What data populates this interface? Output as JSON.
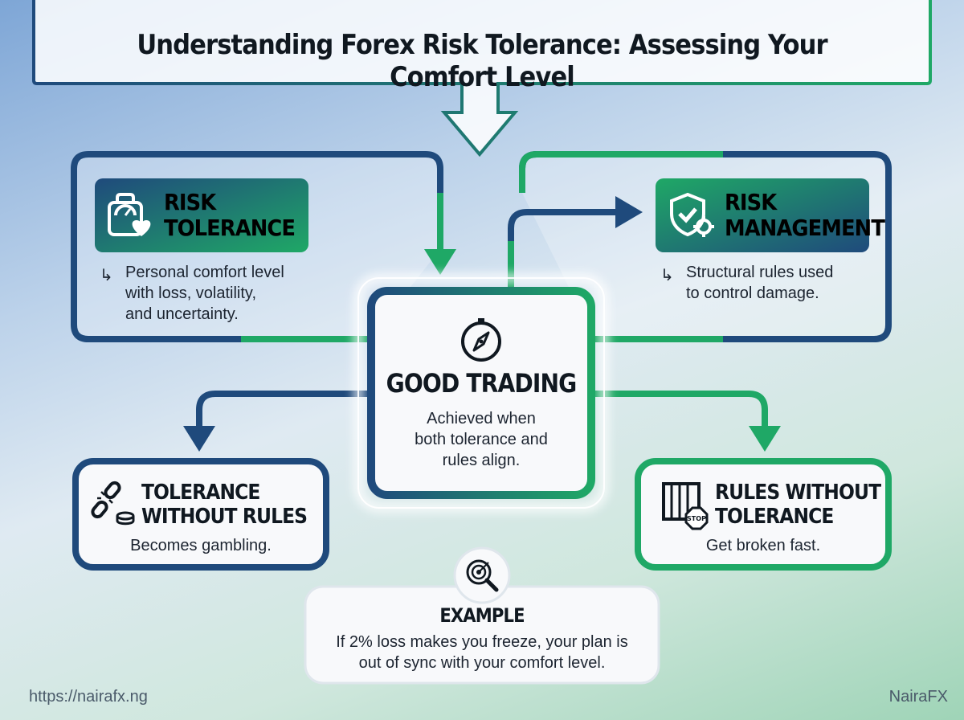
{
  "title": "Understanding Forex Risk Tolerance: Assessing Your Comfort Level",
  "risk_tolerance": {
    "title_line1": "RISK",
    "title_line2": "TOLERANCE",
    "description_line1": "Personal comfort level",
    "description_line2": "with loss, volatility,",
    "description_line3": "and uncertainty.",
    "icon": "gauge-heart-icon"
  },
  "risk_management": {
    "title_line1": "RISK",
    "title_line2": "MANAGEMENT",
    "description_line1": "Structural rules used",
    "description_line2": "to control damage.",
    "icon": "shield-gear-icon"
  },
  "good_trading": {
    "title": "GOOD TRADING",
    "description_line1": "Achieved when",
    "description_line2": "both tolerance and",
    "description_line3": "rules align.",
    "icon": "compass-icon"
  },
  "tolerance_without_rules": {
    "title_line1": "TOLERANCE",
    "title_line2": "WITHOUT RULES",
    "description": "Becomes gambling.",
    "icon": "broken-chain-coins-icon"
  },
  "rules_without_tolerance": {
    "title_line1": "RULES WITHOUT",
    "title_line2": "TOLERANCE",
    "description": "Get broken fast.",
    "icon": "jail-stop-icon"
  },
  "example": {
    "title": "EXAMPLE",
    "description_line1": "If 2% loss makes you freeze, your plan is",
    "description_line2": "out of sync with your comfort level.",
    "icon": "target-magnifier-icon"
  },
  "stop_sign_text": "STOP",
  "footer": {
    "url": "https://nairafx.ng",
    "brand": "NairaFX"
  },
  "colors": {
    "navy": "#1f4a7c",
    "green": "#1fa866",
    "dark_text": "#101820"
  }
}
